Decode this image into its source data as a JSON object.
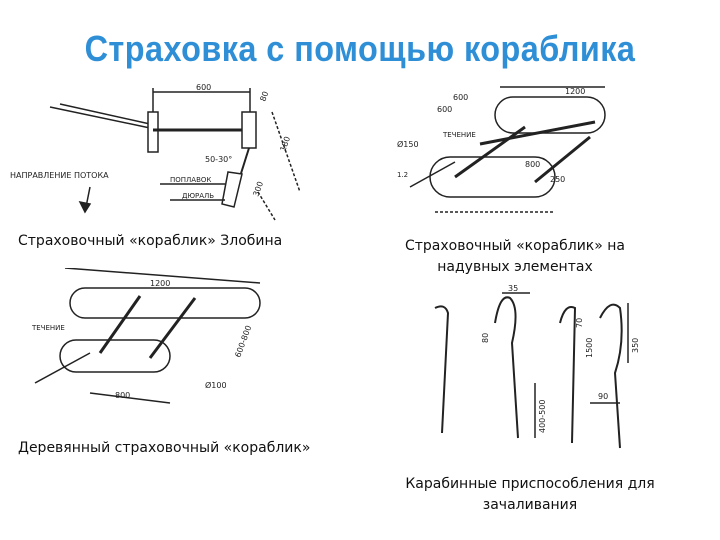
{
  "slide": {
    "title": "Страховка с помощью кораблика",
    "title_color": "#2f8fd6"
  },
  "figures": {
    "zlobin": {
      "caption": "Страховочный «кораблик» Злобина",
      "labels": {
        "flow_direction": "НАПРАВЛЕНИЕ ПОТОКА",
        "dim_600": "600",
        "dim_80": "80",
        "dim_180": "180",
        "dim_300": "300",
        "angle": "50-30°",
        "front_label": "ПОПЛАВОК",
        "rudder_label": "ДЮРАЛЬ"
      }
    },
    "inflatable": {
      "caption_line1": "Страховочный «кораблик» на",
      "caption_line2": "надувных элементах",
      "labels": {
        "dim_1200": "1200",
        "dim_600a": "600",
        "dim_600b": "600",
        "dim_800": "800",
        "dim_250": "250",
        "dim_150": "Ø150",
        "current": "ТЕЧЕНИЕ",
        "dim_1": "1.2"
      }
    },
    "wooden": {
      "caption": "Деревянный страховочный «кораблик»",
      "labels": {
        "dim_1200": "1200",
        "dim_800": "800",
        "dim_100": "Ø100",
        "dim_600_800": "600-800",
        "current": "ТЕЧЕНИЕ"
      }
    },
    "carabiners": {
      "caption_line1": "Карабинные приспособления для",
      "caption_line2": "зачаливания",
      "labels": {
        "dim_35": "35",
        "dim_80": "80",
        "dim_400_500": "400-500",
        "dim_70": "70",
        "dim_1500": "1500",
        "dim_350": "350",
        "dim_90": "90"
      }
    }
  }
}
